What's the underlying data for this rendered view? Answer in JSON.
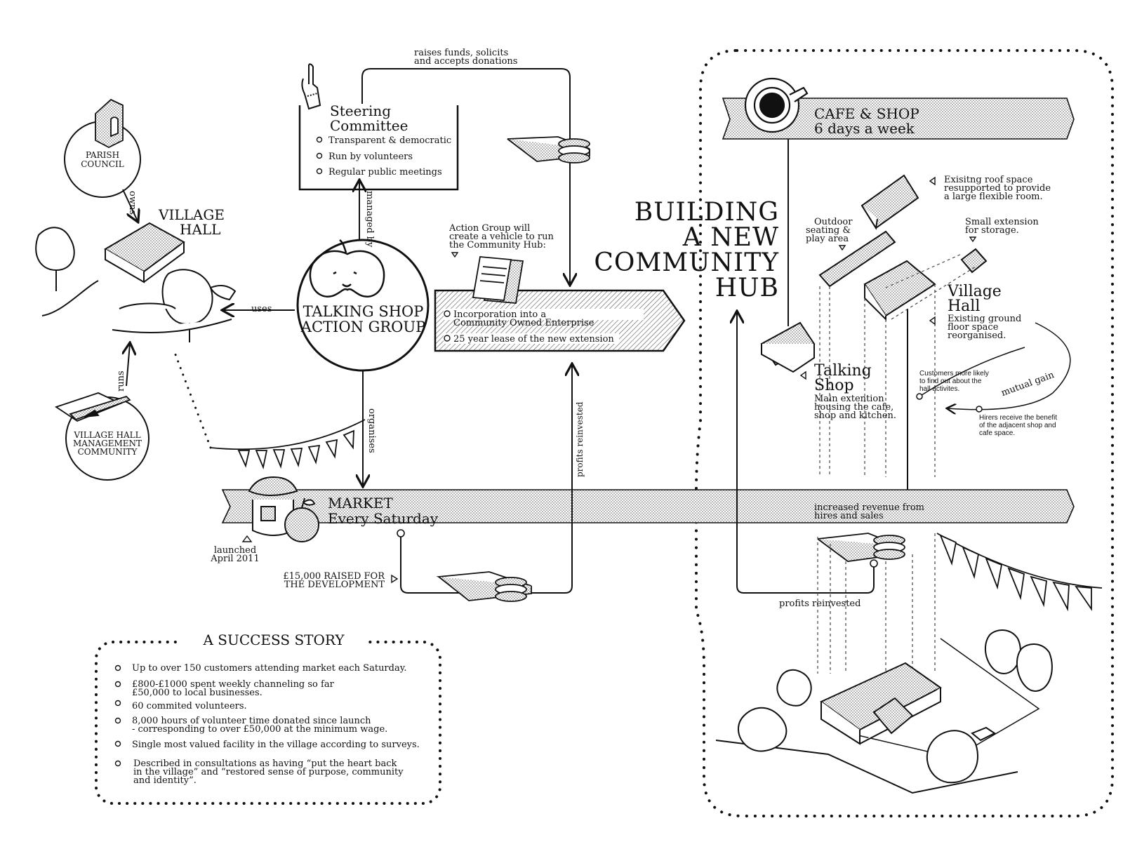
{
  "parish": {
    "label_line1": "PARISH",
    "label_line2": "COUNCIL"
  },
  "arrows": {
    "owns": "owns",
    "runs": "runs",
    "uses": "uses",
    "managed_by": "managed by",
    "organises": "organises",
    "raises_funds_line1": "raises funds, solicits",
    "raises_funds_line2": "and accepts donations",
    "profits_reinvested_vertical": "profits reinvested",
    "profits_reinvested": "profits reinvested",
    "increased_revenue_line1": "increased revenue from",
    "increased_revenue_line2": "hires and sales",
    "mutual_gain": "mutual gain"
  },
  "village_hall": {
    "title_line1": "VILLAGE",
    "title_line2": "HALL"
  },
  "management": {
    "line1": "VILLAGE HALL",
    "line2": "MANAGEMENT",
    "line3": "COMMUNITY"
  },
  "steering": {
    "title_line1": "Steering",
    "title_line2": "Committee",
    "items": [
      "Transparent & democratic",
      "Run by volunteers",
      "Regular public meetings"
    ]
  },
  "talking_shop": {
    "line1": "TALKING SHOP",
    "line2": "ACTION GROUP"
  },
  "action_group": {
    "line1": "Action Group will",
    "line2": "create a vehicle to run",
    "line3": "the Community Hub:",
    "item1_line1": "Incorporation into a",
    "item1_line2": "Community Owned Enterprise",
    "item2": "25 year lease of the new extension"
  },
  "market": {
    "title_line1": "MARKET",
    "title_line2": "Every Saturday",
    "launched_line1": "launched",
    "launched_line2": "April 2011",
    "raised_line1": "£15,000 RAISED FOR",
    "raised_line2": "THE DEVELOPMENT"
  },
  "hub": {
    "line1": "BUILDING",
    "line2": "A NEW",
    "line3": "COMMUNITY",
    "line4": "HUB"
  },
  "cafe": {
    "line1": "CAFE & SHOP",
    "line2": "6 days a week"
  },
  "annotations": {
    "roof_line1": "Exisitng roof space",
    "roof_line2": "resupported to provide",
    "roof_line3": "a large flexible room.",
    "outdoor_line1": "Outdoor",
    "outdoor_line2": "seating &",
    "outdoor_line3": "play area",
    "small_ext_line1": "Small extension",
    "small_ext_line2": "for storage.",
    "vh_title_line1": "Village",
    "vh_title_line2": "Hall",
    "vh_desc_line1": "Existing ground",
    "vh_desc_line2": "floor space",
    "vh_desc_line3": "reorganised.",
    "ts_title_line1": "Talking",
    "ts_title_line2": "Shop",
    "ts_desc_line1": "Main extention",
    "ts_desc_line2": "housing the cafe,",
    "ts_desc_line3": "shop and kitchen.",
    "customers_line1": "Customers more likely",
    "customers_line2": "to find out about the",
    "customers_line3": "hall activites.",
    "hirers_line1": "Hirers receive the benefit",
    "hirers_line2": "of the adjacent shop and",
    "hirers_line3": "cafe space."
  },
  "success": {
    "title": "A SUCCESS STORY",
    "item1": "Up to over 150 customers attending market each Saturday.",
    "item2_line1": "£800-£1000 spent weekly channeling so far",
    "item2_line2": "£50,000 to local businesses.",
    "item3": "60 commited volunteers.",
    "item4_line1": "8,000 hours of volunteer time donated since launch",
    "item4_line2": " - corresponding to over £50,000 at the minimum wage.",
    "item5": "Single most valued facility in the village according to surveys.",
    "item6_line1": "Described in consultations as having “put the heart back",
    "item6_line2": "in the village” and “restored sense of purpose, community",
    "item6_line3": "and identity”."
  }
}
